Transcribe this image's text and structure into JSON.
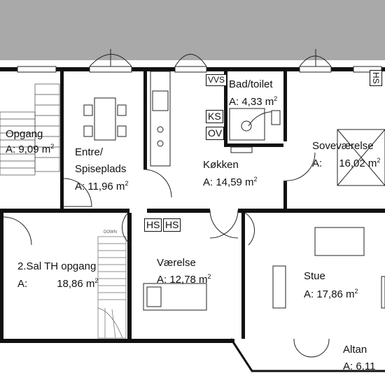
{
  "rooms": [
    {
      "id": "opgang",
      "name": "Opgang",
      "area": "A: 9,09 m",
      "unit_sup": "2"
    },
    {
      "id": "entre",
      "name": "Entre/",
      "name2": "Spiseplads",
      "area": "A: 11,96 m",
      "unit_sup": "2"
    },
    {
      "id": "bad",
      "name": "Bad/toilet",
      "area": "A: 4,33 m",
      "unit_sup": "2"
    },
    {
      "id": "kokken",
      "name": "Køkken",
      "area": "A: 14,59 m",
      "unit_sup": "2"
    },
    {
      "id": "sove",
      "name": "Soveværelse",
      "area": "A:",
      "area_val": "16,02 m",
      "unit_sup": "2"
    },
    {
      "id": "salth",
      "name": "2.Sal TH opgang",
      "area": "A:",
      "area_val": "18,86 m",
      "unit_sup": "2"
    },
    {
      "id": "vaerelse",
      "name": "Værelse",
      "area": "A: 12,78 m",
      "unit_sup": "2"
    },
    {
      "id": "stue",
      "name": "Stue",
      "area": "A: 17,86 m",
      "unit_sup": "2"
    },
    {
      "id": "altan",
      "name": "Altan",
      "area": "A: 6,11"
    }
  ],
  "boxes": {
    "vvs": "VVS",
    "ks": "KS",
    "ov": "OV",
    "hs_top": "HS",
    "hs1": "HS",
    "hs2": "HS"
  },
  "stair_label": "DOWN"
}
